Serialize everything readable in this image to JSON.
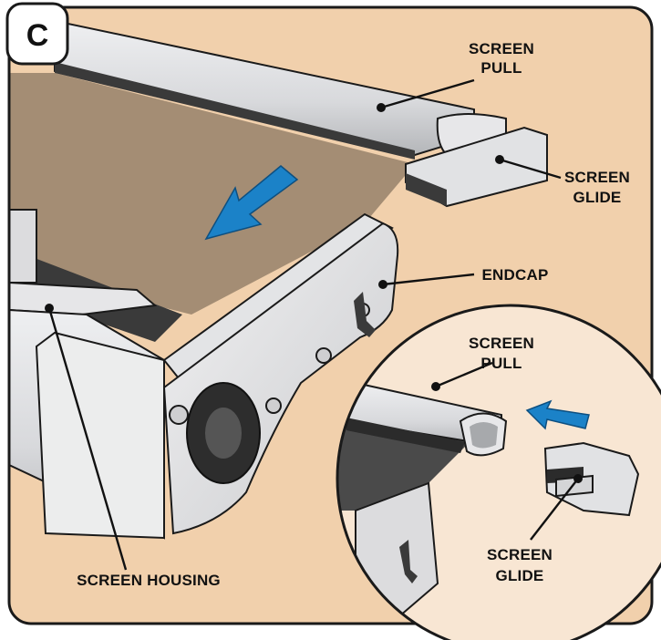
{
  "panel": {
    "letter": "C"
  },
  "labels": {
    "screen_pull_top": [
      "SCREEN",
      "PULL"
    ],
    "screen_glide_top": [
      "SCREEN",
      "GLIDE"
    ],
    "endcap": "ENDCAP",
    "screen_pull_inset": [
      "SCREEN",
      "PULL"
    ],
    "screen_glide_inset": [
      "SCREEN",
      "GLIDE"
    ],
    "screen_housing": "SCREEN HOUSING"
  },
  "colors": {
    "background": "#f1d0ac",
    "screen": "#a48d74",
    "inset_background": "#f8e6d3",
    "metal": "#dfe0e2",
    "metal_shadow": "#b9bbbe",
    "arrow": "#1b82c8",
    "dark": "#2b2b2b"
  }
}
